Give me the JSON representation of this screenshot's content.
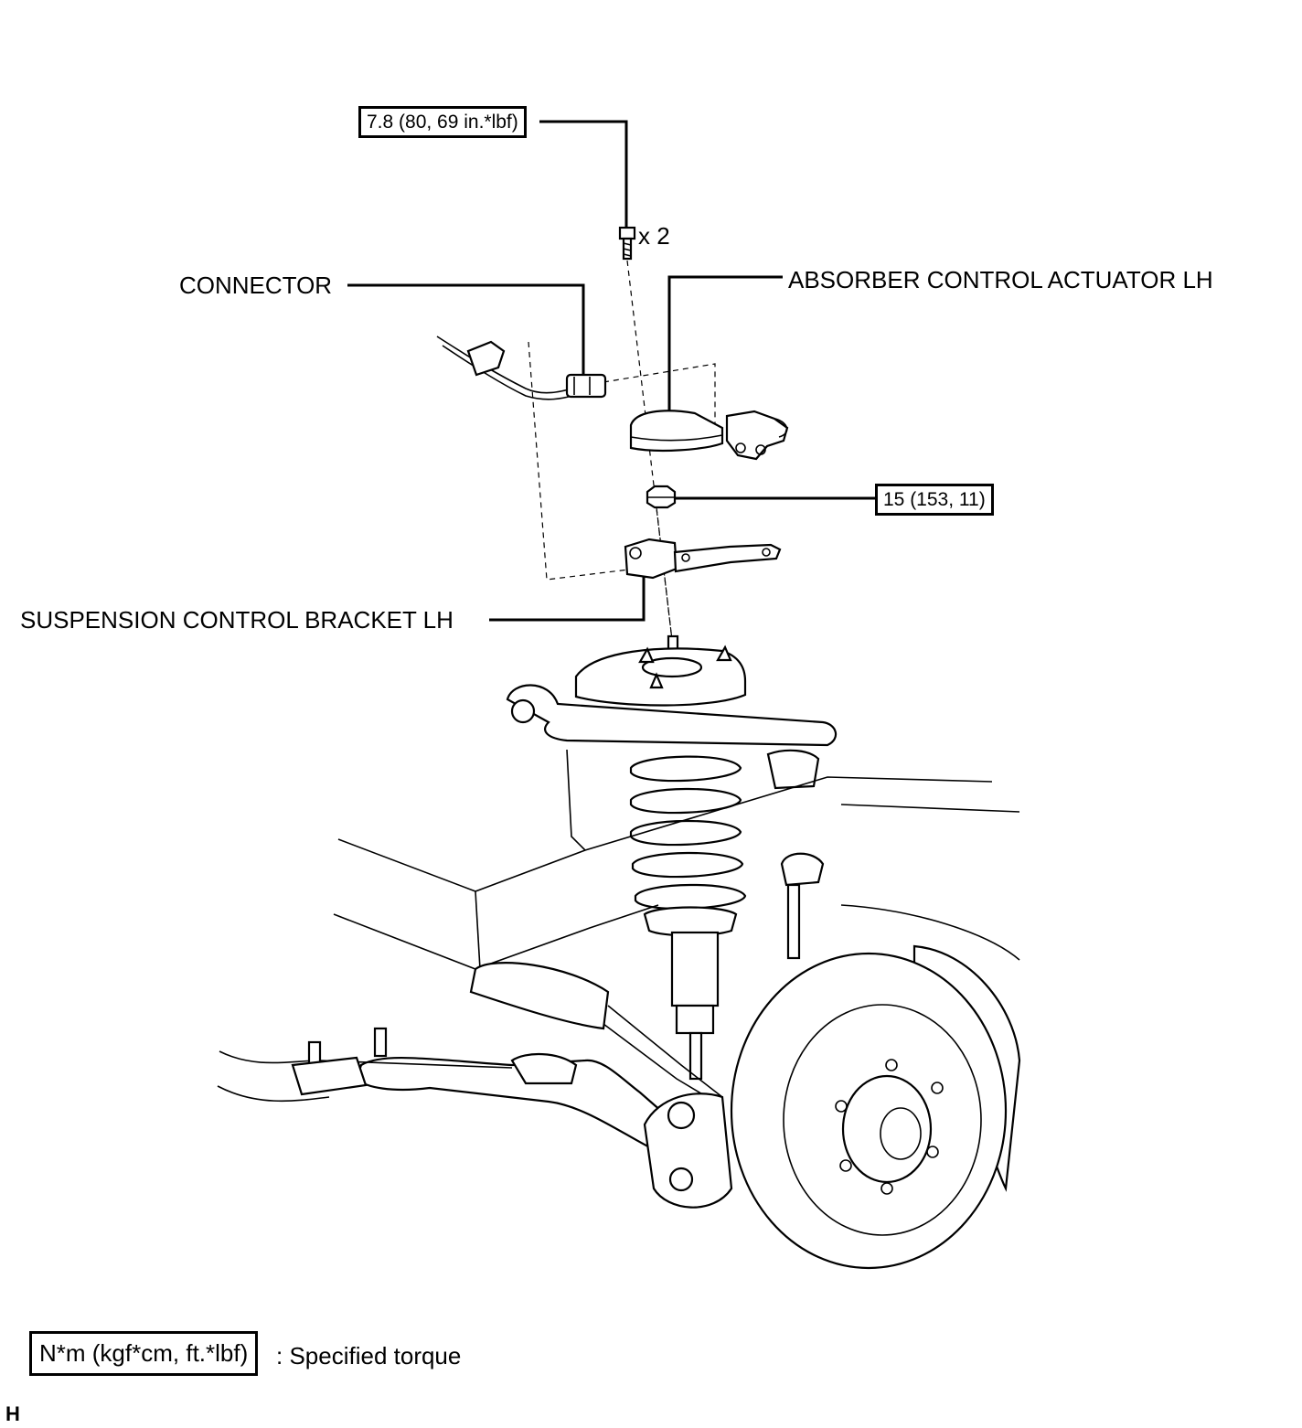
{
  "labels": {
    "connector": "CONNECTOR",
    "actuator": "ABSORBER CONTROL ACTUATOR LH",
    "bracket": "SUSPENSION CONTROL BRACKET LH",
    "bolt_qty": "x 2"
  },
  "torques": {
    "bolt": "7.8 (80, 69 in.*lbf)",
    "nut": "15 (153, 11)"
  },
  "legend": {
    "unit": "N*m (kgf*cm, ft.*lbf)",
    "meaning": ": Specified torque"
  },
  "figure_code": "H"
}
